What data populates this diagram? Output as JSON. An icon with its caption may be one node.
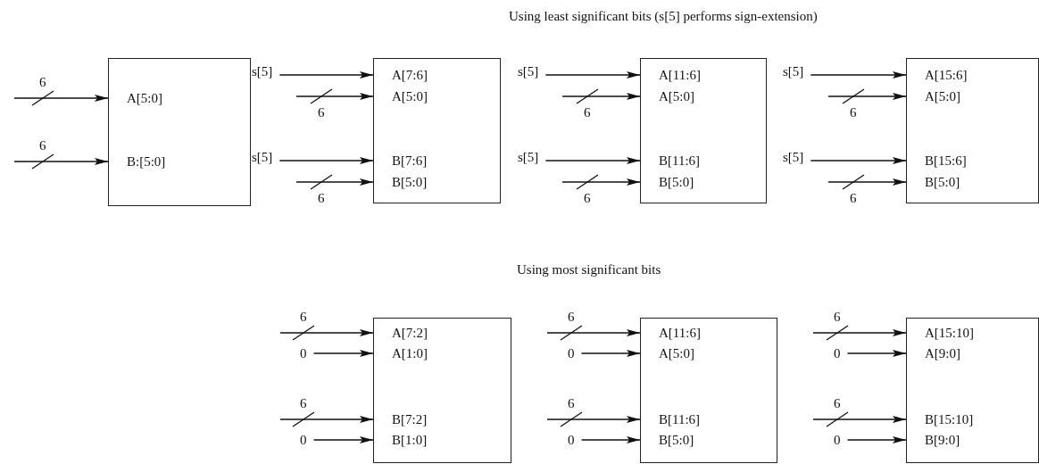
{
  "diagram": {
    "nodes": [
      {
        "text": [
          "A[5:0]",
          "B:[5:0]"
        ]
      },
      {
        "text": [
          "s[5]"
        ]
      },
      {
        "text": [
          "s[5]"
        ]
      },
      {
        "text": [
          "A[7:6]",
          "A[5:0]",
          "B[7:6]",
          "B[5:0]"
        ]
      },
      {
        "text": [
          "s[5]"
        ]
      },
      {
        "text": [
          "s[5]"
        ]
      },
      {
        "text": [
          "A[11:6]",
          "A[5:0]",
          "B[11:6]",
          "B[5:0]"
        ]
      },
      {
        "text": [
          "s[5]"
        ]
      },
      {
        "text": [
          "s[5]"
        ]
      },
      {
        "text": [
          "A[15:6]",
          "A[5:0]",
          "B[15:6]",
          "B[5:0]"
        ]
      },
      {
        "text": [
          "0"
        ]
      },
      {
        "text": [
          "0"
        ]
      },
      {
        "text": [
          "A[7:2]",
          "A[1:0]",
          "B[7:2]",
          "B[1:0]"
        ]
      },
      {
        "text": [
          "0"
        ]
      },
      {
        "text": [
          "0"
        ]
      },
      {
        "text": [
          "A[11:6]",
          "A[5:0]",
          "B[11:6]",
          "B[5:0]"
        ]
      },
      {
        "text": [
          "0"
        ]
      },
      {
        "text": [
          "0"
        ]
      },
      {
        "text": [
          "A[15:10]",
          "A[9:0]",
          "B[15:10]",
          "B[9:0]"
        ]
      }
    ],
    "edges": [
      {
        "from": null,
        "to": 0,
        "arrow": "to",
        "label": "6"
      },
      {
        "from": null,
        "to": 0,
        "arrow": "to",
        "label": "6"
      },
      {
        "from": 1,
        "to": 3,
        "arrow": "to"
      },
      {
        "from": null,
        "to": 3,
        "arrow": "to",
        "label": "6"
      },
      {
        "from": 2,
        "to": 3,
        "arrow": "to"
      },
      {
        "from": null,
        "to": 3,
        "arrow": "to",
        "label": "6"
      },
      {
        "from": 4,
        "to": 6,
        "arrow": "to"
      },
      {
        "from": null,
        "to": 6,
        "arrow": "to",
        "label": "6"
      },
      {
        "from": 5,
        "to": 6,
        "arrow": "to"
      },
      {
        "from": null,
        "to": 6,
        "arrow": "to",
        "label": "6"
      },
      {
        "from": 7,
        "to": 9,
        "arrow": "to"
      },
      {
        "from": null,
        "to": 9,
        "arrow": "to",
        "label": "6"
      },
      {
        "from": 8,
        "to": 9,
        "arrow": "to"
      },
      {
        "from": null,
        "to": 9,
        "arrow": "to",
        "label": "6"
      },
      {
        "from": null,
        "to": 12,
        "arrow": "to",
        "label": "6"
      },
      {
        "from": 10,
        "to": 12,
        "arrow": "to"
      },
      {
        "from": null,
        "to": 12,
        "arrow": "to",
        "label": "6"
      },
      {
        "from": 11,
        "to": 12,
        "arrow": "to"
      },
      {
        "from": null,
        "to": 15,
        "arrow": "to",
        "label": "6"
      },
      {
        "from": 13,
        "to": 15,
        "arrow": "to"
      },
      {
        "from": null,
        "to": 15,
        "arrow": "to",
        "label": "6"
      },
      {
        "from": 14,
        "to": 15,
        "arrow": "to"
      },
      {
        "from": null,
        "to": 18,
        "arrow": "to",
        "label": "6"
      },
      {
        "from": 16,
        "to": 18,
        "arrow": "to"
      },
      {
        "from": null,
        "to": 18,
        "arrow": "to",
        "label": "6"
      },
      {
        "from": 17,
        "to": 18,
        "arrow": "to"
      }
    ],
    "labels": [
      "Using least significant bits (s[5] performs sign-extension)",
      "Using most significant bits"
    ]
  }
}
